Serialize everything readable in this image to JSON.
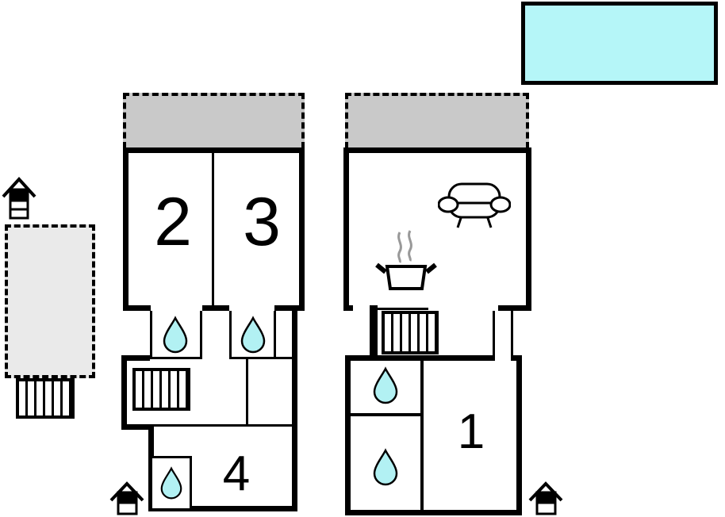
{
  "plan": {
    "type": "holiday-home-floor-plan",
    "room_labels": {
      "r1": "1",
      "r2": "2",
      "r3": "3",
      "r4": "4"
    },
    "colors": {
      "wall": "#000000",
      "terrace_fill": "#c9c9c9",
      "annex_terrace_fill": "#eaeaea",
      "pool_fill": "#b5f6f8",
      "water_drop_fill": "#b2f1f3",
      "steam_stroke": "#999999"
    },
    "icons": [
      "swimming-pool",
      "terrace-dashed",
      "annex-terrace-dashed",
      "stairs",
      "water-drop",
      "sofa",
      "cooking-pot-steam",
      "well-hut"
    ]
  }
}
